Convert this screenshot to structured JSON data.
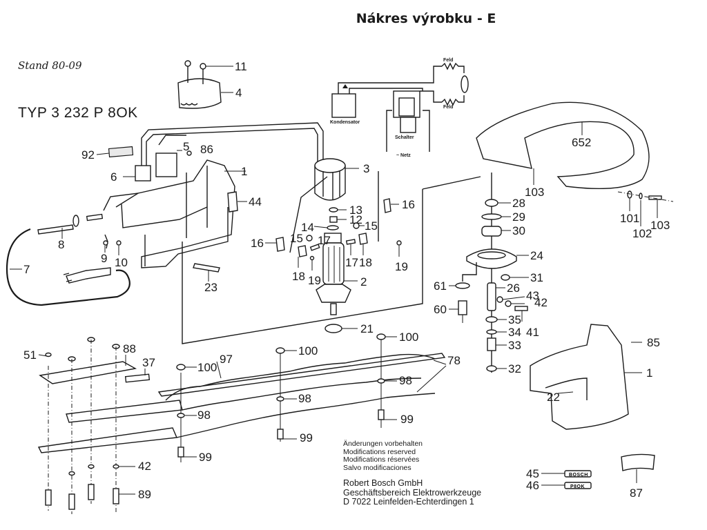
{
  "header": {
    "title": "Nákres výrobku - E",
    "stand_note": "Stand 80-09",
    "type_label": "TYP  3 232  P 8OK"
  },
  "schematic": {
    "capacitor_label": "Kondensator",
    "switch_label": "Schalter",
    "mains_label": "~ Netz",
    "field_top_label": "Feld",
    "field_bottom_label": "Feld"
  },
  "nameplates": {
    "brand_badge": "BOSCH",
    "model_badge": "P8OK"
  },
  "footer": {
    "notes": [
      "Änderungen vorbehalten",
      "Modifications reserved",
      "Modifications réservées",
      "Salvo modificaciones"
    ],
    "company": [
      "Robert Bosch GmbH",
      "Geschäftsbereich  Elektrowerkzeuge",
      "D 7022 Leinfelden-Echterdingen 1"
    ]
  },
  "callouts": [
    {
      "id": "c-11",
      "text": "11",
      "part": "screw"
    },
    {
      "id": "c-4",
      "text": "4",
      "part": "brush-cover"
    },
    {
      "id": "c-92",
      "text": "92",
      "part": "interference-filter"
    },
    {
      "id": "c-5",
      "text": "5",
      "part": "switch"
    },
    {
      "id": "c-86",
      "text": "86",
      "part": "screw"
    },
    {
      "id": "c-1a",
      "text": "1",
      "part": "housing"
    },
    {
      "id": "c-6",
      "text": "6",
      "part": "capacitor"
    },
    {
      "id": "c-44",
      "text": "44",
      "part": "nameplate"
    },
    {
      "id": "c-8",
      "text": "8",
      "part": "cord-sleeve"
    },
    {
      "id": "c-9",
      "text": "9",
      "part": "cord-clamp"
    },
    {
      "id": "c-10",
      "text": "10",
      "part": "screw"
    },
    {
      "id": "c-7",
      "text": "7",
      "part": "power-cord"
    },
    {
      "id": "c-23",
      "text": "23",
      "part": "strip"
    },
    {
      "id": "c-3",
      "text": "3",
      "part": "field"
    },
    {
      "id": "c-13",
      "text": "13",
      "part": "washer"
    },
    {
      "id": "c-12",
      "text": "12",
      "part": "bearing"
    },
    {
      "id": "c-14",
      "text": "14",
      "part": "washer"
    },
    {
      "id": "c-15a",
      "text": "15",
      "part": "spring"
    },
    {
      "id": "c-15b",
      "text": "15",
      "part": "spring"
    },
    {
      "id": "c-17a",
      "text": "17",
      "part": "carbon-brush"
    },
    {
      "id": "c-17b",
      "text": "17",
      "part": "carbon-brush"
    },
    {
      "id": "c-16a",
      "text": "16",
      "part": "brush-holder-clip"
    },
    {
      "id": "c-16b",
      "text": "16",
      "part": "brush-holder-clip"
    },
    {
      "id": "c-18a",
      "text": "18",
      "part": "brush-holder"
    },
    {
      "id": "c-18b",
      "text": "18",
      "part": "brush-holder"
    },
    {
      "id": "c-19a",
      "text": "19",
      "part": "screw"
    },
    {
      "id": "c-19b",
      "text": "19",
      "part": "screw"
    },
    {
      "id": "c-2",
      "text": "2",
      "part": "armature"
    },
    {
      "id": "c-21",
      "text": "21",
      "part": "ball-bearing"
    },
    {
      "id": "c-652",
      "text": "652",
      "part": "handle-guard"
    },
    {
      "id": "c-103a",
      "text": "103",
      "part": "screw"
    },
    {
      "id": "c-101",
      "text": "101",
      "part": "washer"
    },
    {
      "id": "c-102",
      "text": "102",
      "part": "washer"
    },
    {
      "id": "c-103b",
      "text": "103",
      "part": "screw"
    },
    {
      "id": "c-28",
      "text": "28",
      "part": "bushing"
    },
    {
      "id": "c-29",
      "text": "29",
      "part": "disc"
    },
    {
      "id": "c-30",
      "text": "30",
      "part": "ball-bearing"
    },
    {
      "id": "c-24",
      "text": "24",
      "part": "gear"
    },
    {
      "id": "c-31",
      "text": "31",
      "part": "roller"
    },
    {
      "id": "c-61",
      "text": "61",
      "part": "washer"
    },
    {
      "id": "c-26",
      "text": "26",
      "part": "pin"
    },
    {
      "id": "c-43",
      "text": "43",
      "part": "washer"
    },
    {
      "id": "c-42a",
      "text": "42",
      "part": "washer"
    },
    {
      "id": "c-60",
      "text": "60",
      "part": "bolt"
    },
    {
      "id": "c-41",
      "text": "41",
      "part": "screw"
    },
    {
      "id": "c-35",
      "text": "35",
      "part": "washer"
    },
    {
      "id": "c-34",
      "text": "34",
      "part": "washer"
    },
    {
      "id": "c-33",
      "text": "33",
      "part": "bolt"
    },
    {
      "id": "c-32",
      "text": "32",
      "part": "bushing"
    },
    {
      "id": "c-85",
      "text": "85",
      "part": "screw"
    },
    {
      "id": "c-1b",
      "text": "1",
      "part": "housing"
    },
    {
      "id": "c-22",
      "text": "22",
      "part": "pin"
    },
    {
      "id": "c-51",
      "text": "51",
      "part": "nut"
    },
    {
      "id": "c-88",
      "text": "88",
      "part": "gear-plate"
    },
    {
      "id": "c-37",
      "text": "37",
      "part": "slide"
    },
    {
      "id": "c-100a",
      "text": "100",
      "part": "nut"
    },
    {
      "id": "c-97",
      "text": "97",
      "part": "guide-rail"
    },
    {
      "id": "c-100b",
      "text": "100",
      "part": "nut"
    },
    {
      "id": "c-100c",
      "text": "100",
      "part": "nut"
    },
    {
      "id": "c-78",
      "text": "78",
      "part": "cutter-blades"
    },
    {
      "id": "c-98a",
      "text": "98",
      "part": "spacer"
    },
    {
      "id": "c-98b",
      "text": "98",
      "part": "spacer"
    },
    {
      "id": "c-98c",
      "text": "98",
      "part": "spacer"
    },
    {
      "id": "c-99a",
      "text": "99",
      "part": "screw"
    },
    {
      "id": "c-99b",
      "text": "99",
      "part": "screw"
    },
    {
      "id": "c-99c",
      "text": "99",
      "part": "screw"
    },
    {
      "id": "c-42b",
      "text": "42",
      "part": "washer"
    },
    {
      "id": "c-89",
      "text": "89",
      "part": "screw"
    },
    {
      "id": "c-45",
      "text": "45",
      "part": "brand-badge"
    },
    {
      "id": "c-46",
      "text": "46",
      "part": "model-badge"
    },
    {
      "id": "c-87",
      "text": "87",
      "part": "label"
    }
  ]
}
